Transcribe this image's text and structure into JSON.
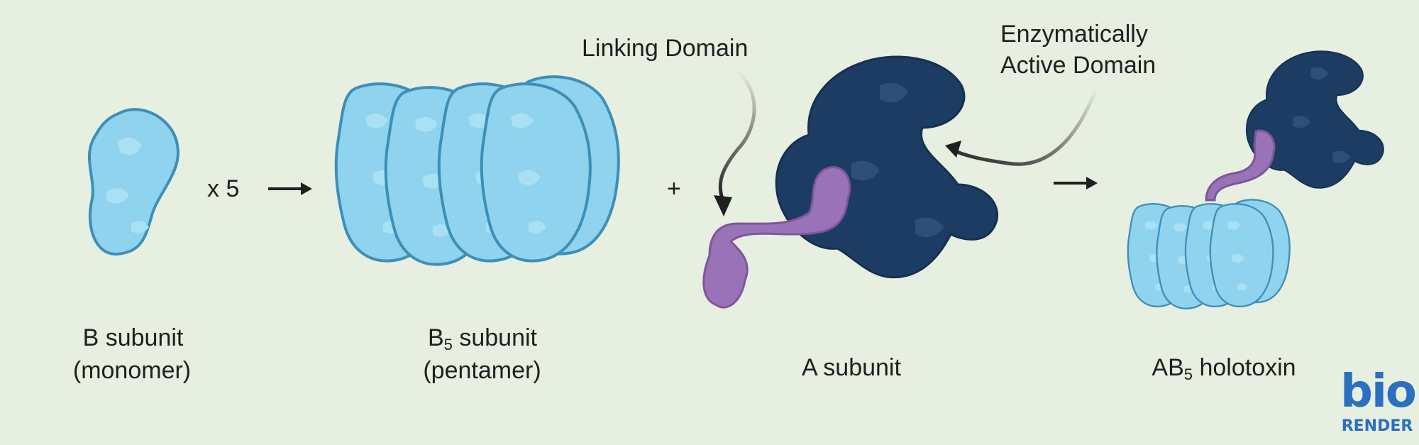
{
  "labels": {
    "b_monomer_line1": "B subunit",
    "b_monomer_line2": "(monomer)",
    "b5_main": "B",
    "b5_subscript": "5",
    "b5_rest": " subunit",
    "b5_line2": "(pentamer)",
    "a_subunit": "A subunit",
    "ab5_main": "AB",
    "ab5_subscript": "5",
    "ab5_rest": " holotoxin",
    "linking_domain": "Linking Domain",
    "enzymatic_line1": "Enzymatically",
    "enzymatic_line2": "Active Domain"
  },
  "operators": {
    "times_five": "x 5",
    "plus": "+"
  },
  "logo": {
    "bio": "bio",
    "render": "RENDER",
    "color": "#2a6fc0"
  },
  "colors": {
    "background": "#e6efe0",
    "b_subunit_fill": "#8fd3ee",
    "b_subunit_stroke": "#3d8fb8",
    "a_subunit_fill": "#1d3c63",
    "linking_domain_fill": "#9a72b8",
    "arrow": "#1f1f1f"
  }
}
